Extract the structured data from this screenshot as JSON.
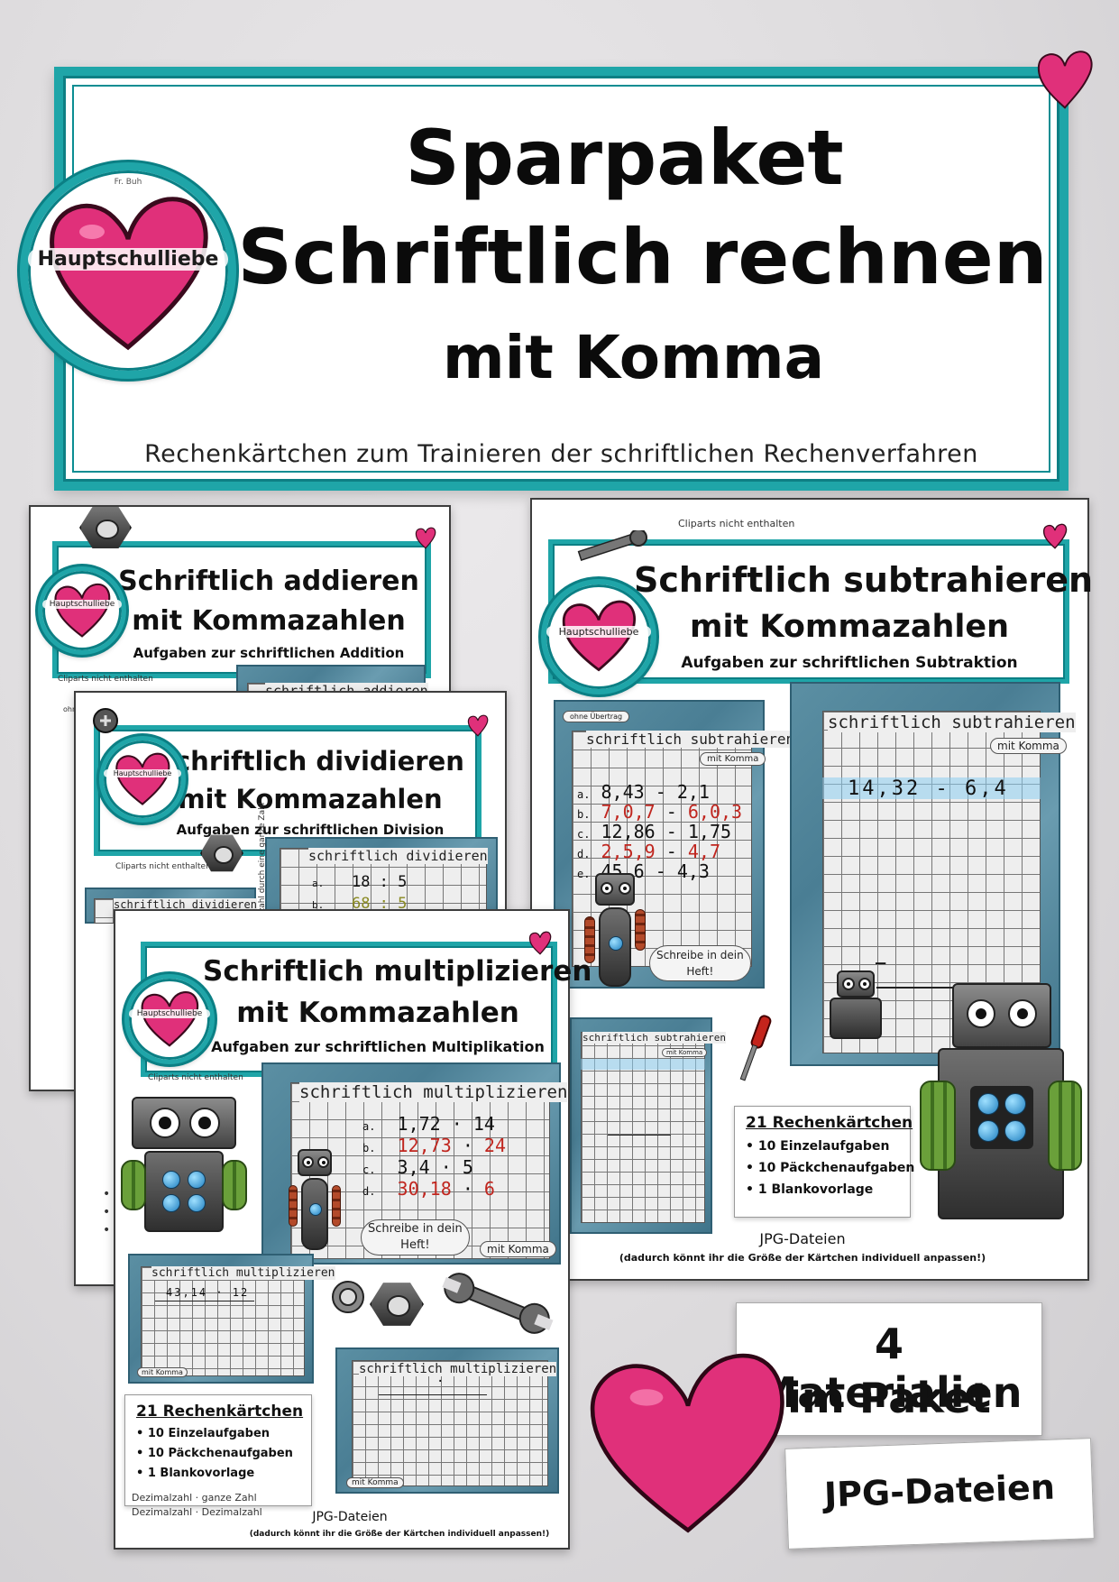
{
  "brand": {
    "logo_text": "Hauptschulliebe",
    "author": "Fr. Buh",
    "accent": "#1fa5a8",
    "heart_color": "#e0307a"
  },
  "banner": {
    "line1": "Sparpaket",
    "line2": "Schriftlich rechnen",
    "line3": "mit Komma",
    "subtitle": "Rechenkärtchen zum Trainieren der schriftlichen Rechenverfahren"
  },
  "common": {
    "cliparts_note": "Cliparts nicht enthalten",
    "mit_komma": "mit Komma",
    "with_decimals": "mit Kommazahlen",
    "write_in_notebook_1": "Schreibe in dein",
    "write_in_notebook_2": "Heft!",
    "jpg_files": "JPG-Dateien",
    "resize_note": "(dadurch könnt ihr die Größe der Kärtchen individuell anpassen!)",
    "info": {
      "title": "21 Rechenkärtchen",
      "items": [
        "10 Einzelaufgaben",
        "10 Päckchenaufgaben",
        "1 Blankovorlage"
      ]
    }
  },
  "addition": {
    "title": "Schriftlich addieren",
    "sub": "Aufgaben zur schriftlichen Addition",
    "grid_title": "schriftlich addieren",
    "tag": "ohne Übertrag"
  },
  "division": {
    "title": "Schriftlich dividieren",
    "sub": "Aufgaben zur schriftlichen Division",
    "grid_title": "schriftlich dividieren",
    "side_text": "Dezimalzahl durch eine ganze Zahl",
    "rows": [
      {
        "label": "a.",
        "expr": "18 : 5"
      },
      {
        "label": "b.",
        "expr": "68 : 5"
      }
    ]
  },
  "subtraction": {
    "title": "Schriftlich subtrahieren",
    "sub": "Aufgaben zur schriftlichen Subtraktion",
    "grid_title": "schriftlich subtrahieren",
    "tag": "ohne Übertrag",
    "rows": [
      {
        "label": "a.",
        "left": "8,43",
        "op": "-",
        "right": "2,1"
      },
      {
        "label": "b.",
        "left": "7,0,7",
        "op": "-",
        "right": "6,0,3"
      },
      {
        "label": "c.",
        "left": "12,86",
        "op": "-",
        "right": "1,75"
      },
      {
        "label": "d.",
        "left": "2,5,9",
        "op": "-",
        "right": "4,7"
      },
      {
        "label": "e.",
        "left": "45,6",
        "op": "-",
        "right": "4,3"
      }
    ],
    "single_task": "14,32 - 6,4",
    "minus": "−"
  },
  "multiplication": {
    "title": "Schriftlich multiplizieren",
    "sub": "Aufgaben zur schriftlichen Multiplikation",
    "grid_title": "schriftlich multiplizieren",
    "rows": [
      {
        "label": "a.",
        "left": "1,72",
        "op": "·",
        "right": "14"
      },
      {
        "label": "b.",
        "left": "12,73",
        "op": "·",
        "right": "24"
      },
      {
        "label": "c.",
        "left": "3,4",
        "op": "·",
        "right": "5"
      },
      {
        "label": "d.",
        "left": "30,18",
        "op": "·",
        "right": "6"
      }
    ],
    "single_task": "43,14 · 12",
    "blank_dot": "·",
    "type_1": "Dezimalzahl · ganze Zahl",
    "type_2": "Dezimalzahl · Dezimalzahl"
  },
  "labels": {
    "materials_1": "4 Materialien",
    "materials_2": "im Paket",
    "jpg": "JPG-Dateien"
  }
}
